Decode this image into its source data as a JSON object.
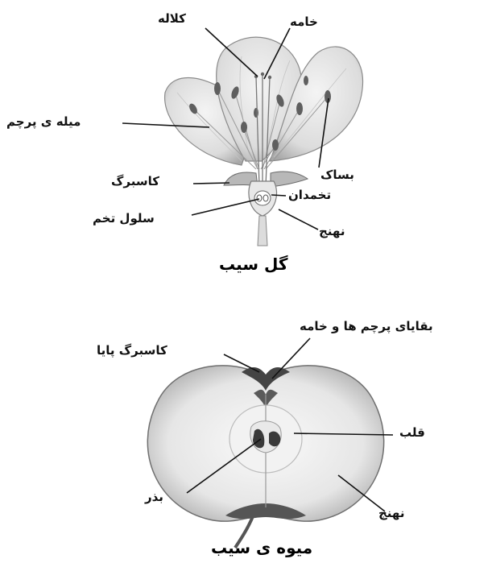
{
  "flower": {
    "title": "گل سیب",
    "labels": {
      "stigma": "کلاله",
      "style": "خامه",
      "filament": "میله ی پرچم",
      "sepal": "کاسبرگ",
      "anther": "بساک",
      "ovary": "تخمدان",
      "ovule": "سلول تخم",
      "receptacle": "نهنج"
    }
  },
  "fruit": {
    "title": "میوه ی سیب",
    "labels": {
      "remnants": "بقایای پرچم ها و خامه",
      "persistent_sepal": "کاسبرگ پایا",
      "core": "قلب",
      "seed": "بذر",
      "receptacle": "نهنج"
    }
  }
}
